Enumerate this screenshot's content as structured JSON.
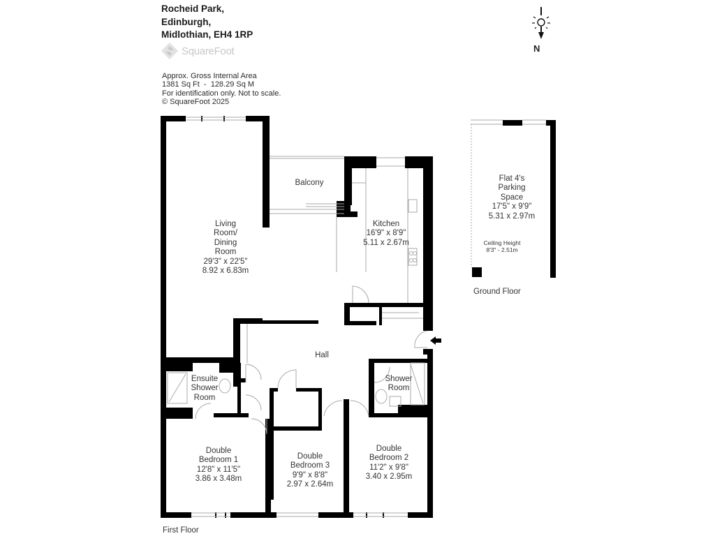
{
  "header": {
    "address_line1": "Rocheid Park,",
    "address_line2": "Edinburgh,",
    "address_line3": "Midlothian, EH4 1RP",
    "logo_text": "SquareFoot",
    "area_title": "Approx. Gross Internal Area",
    "area_value": "1381 Sq Ft  -  128.29 Sq M",
    "disclaimer": "For identification only. Not to scale.",
    "copyright": "© SquareFoot 2025"
  },
  "compass": {
    "label": "N",
    "icon": "sun-compass-icon"
  },
  "floors": {
    "first": {
      "label": "First Floor"
    },
    "ground": {
      "label": "Ground Floor"
    }
  },
  "rooms": {
    "living": {
      "name1": "Living",
      "name2": "Room/",
      "name3": "Dining",
      "name4": "Room",
      "imperial": "29'3\" x 22'5\"",
      "metric": "8.92 x 6.83m"
    },
    "balcony": {
      "name": "Balcony"
    },
    "kitchen": {
      "name": "Kitchen",
      "imperial": "16'9\" x 8'9\"",
      "metric": "5.11 x 2.67m"
    },
    "hall": {
      "name": "Hall"
    },
    "ensuite": {
      "name1": "Ensuite",
      "name2": "Shower",
      "name3": "Room"
    },
    "shower": {
      "name1": "Shower",
      "name2": "Room"
    },
    "bed1": {
      "name1": "Double",
      "name2": "Bedroom 1",
      "imperial": "12'8\" x 11'5\"",
      "metric": "3.86 x 3.48m"
    },
    "bed3": {
      "name1": "Double",
      "name2": "Bedroom 3",
      "imperial": "9'9\" x 8'8\"",
      "metric": "2.97 x 2.64m"
    },
    "bed2": {
      "name1": "Double",
      "name2": "Bedroom 2",
      "imperial": "11'2\" x 9'8\"",
      "metric": "3.40 x 2.95m"
    },
    "parking": {
      "name1": "Flat 4's",
      "name2": "Parking",
      "name3": "Space",
      "imperial": "17'5\" x 9'9\"",
      "metric": "5.31 x 2.97m",
      "ceiling_label": "Ceiling Height",
      "ceiling_value": "8'3\" - 2.51m"
    }
  },
  "colors": {
    "wall": "#000000",
    "window": "#bbbbbb",
    "logo": "#cfcfcf",
    "text": "#333333"
  }
}
